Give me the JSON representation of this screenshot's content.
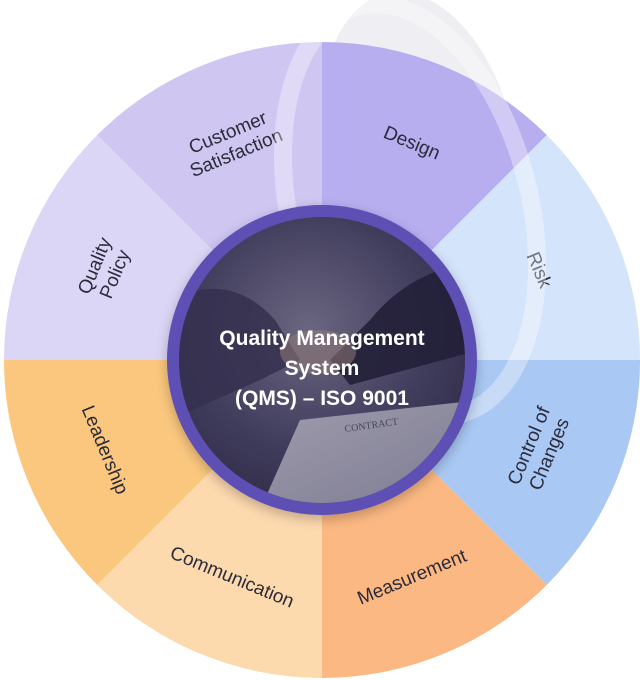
{
  "center": {
    "lines": [
      "Quality Management",
      "System",
      "(QMS) – ISO 9001"
    ],
    "photo_text": "CONTRACT"
  },
  "segments": [
    {
      "key": "customer-satisfaction",
      "lines": [
        "Customer",
        "Satisfaction"
      ],
      "color": "#cfc6f2"
    },
    {
      "key": "design",
      "lines": [
        "Design"
      ],
      "color": "#b7aef0"
    },
    {
      "key": "risk",
      "lines": [
        "Risk"
      ],
      "color": "#d4e4fb"
    },
    {
      "key": "control-of-changes",
      "lines": [
        "Control of",
        "Changes"
      ],
      "color": "#a9c8f3"
    },
    {
      "key": "measurement",
      "lines": [
        "Measurement"
      ],
      "color": "#fcb882"
    },
    {
      "key": "communication",
      "lines": [
        "Communication"
      ],
      "color": "#fdd9ae"
    },
    {
      "key": "leadership",
      "lines": [
        "Leadership"
      ],
      "color": "#fbc77e"
    },
    {
      "key": "quality-policy",
      "lines": [
        "Quality",
        "Policy"
      ],
      "color": "#dcd6f6"
    }
  ],
  "colors": {
    "inner_ring": "#5d4fb3",
    "photo_tint": "#3a3560"
  }
}
